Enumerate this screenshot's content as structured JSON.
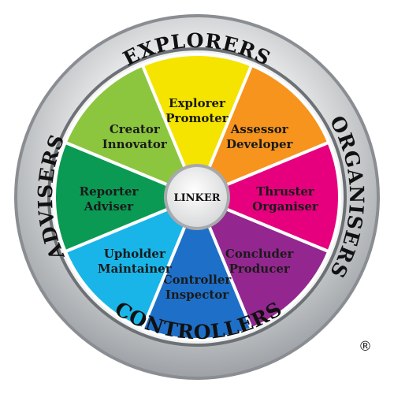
{
  "center": {
    "label": "LINKER",
    "color": "#ffffff"
  },
  "ring_labels": [
    {
      "id": "explorers",
      "text": "EXPLORERS"
    },
    {
      "id": "organisers",
      "text": "ORGANISERS"
    },
    {
      "id": "controllers",
      "text": "CONTROLLERS"
    },
    {
      "id": "advisers",
      "text": "ADVISERS"
    }
  ],
  "segments": [
    {
      "id": "explorer-promoter",
      "line1": "Explorer",
      "line2": "Promoter",
      "color": "#f4e400"
    },
    {
      "id": "assessor-developer",
      "line1": "Assessor",
      "line2": "Developer",
      "color": "#f7941d"
    },
    {
      "id": "thruster-organiser",
      "line1": "Thruster",
      "line2": "Organiser",
      "color": "#e6007e"
    },
    {
      "id": "concluder-producer",
      "line1": "Concluder",
      "line2": "Producer",
      "color": "#93278f"
    },
    {
      "id": "controller-inspector",
      "line1": "Controller",
      "line2": "Inspector",
      "color": "#1e6fc7"
    },
    {
      "id": "upholder-maintainer",
      "line1": "Upholder",
      "line2": "Maintainer",
      "color": "#19b5e8"
    },
    {
      "id": "reporter-adviser",
      "line1": "Reporter",
      "line2": "Adviser",
      "color": "#0b9a54"
    },
    {
      "id": "creator-innovator",
      "line1": "Creator",
      "line2": "Innovator",
      "color": "#8cc63f"
    }
  ],
  "registered_mark": "®"
}
